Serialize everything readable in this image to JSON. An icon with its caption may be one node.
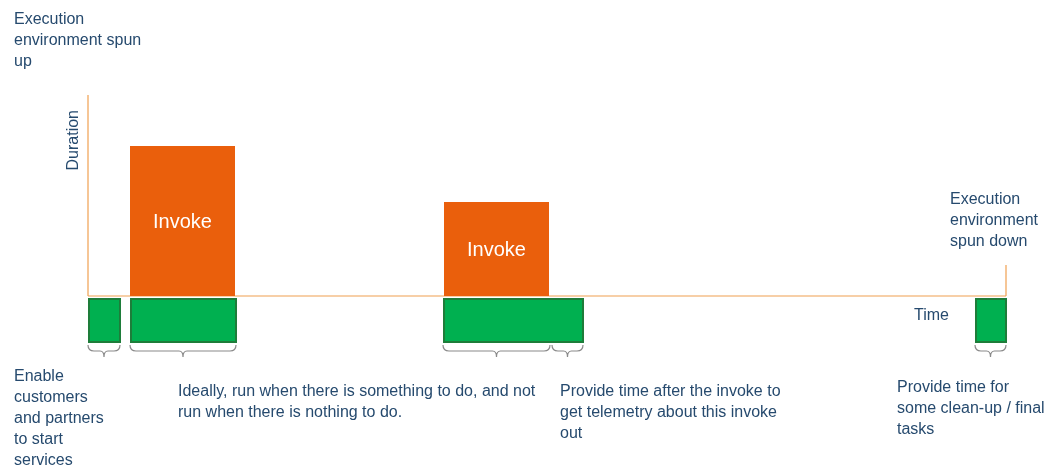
{
  "diagram": {
    "nodes": [
      {
        "text": [
          "Invoke"
        ]
      },
      {
        "text": [
          "Invoke"
        ]
      },
      {
        "text": [],
        "shape": "bar"
      },
      {
        "text": [],
        "shape": "bar"
      },
      {
        "text": [],
        "shape": "bar"
      },
      {
        "text": [],
        "shape": "bar"
      }
    ],
    "edges": [],
    "labels": [
      "Execution environment spun up",
      "Duration",
      "Execution environment spun down",
      "Time",
      "Enable customers and partners to start services",
      "Ideally, run when there is something to do, and not run when there is nothing to do.",
      "Provide time after the invoke to get telemetry about this invoke out",
      "Provide time for some clean-up / final tasks"
    ]
  }
}
